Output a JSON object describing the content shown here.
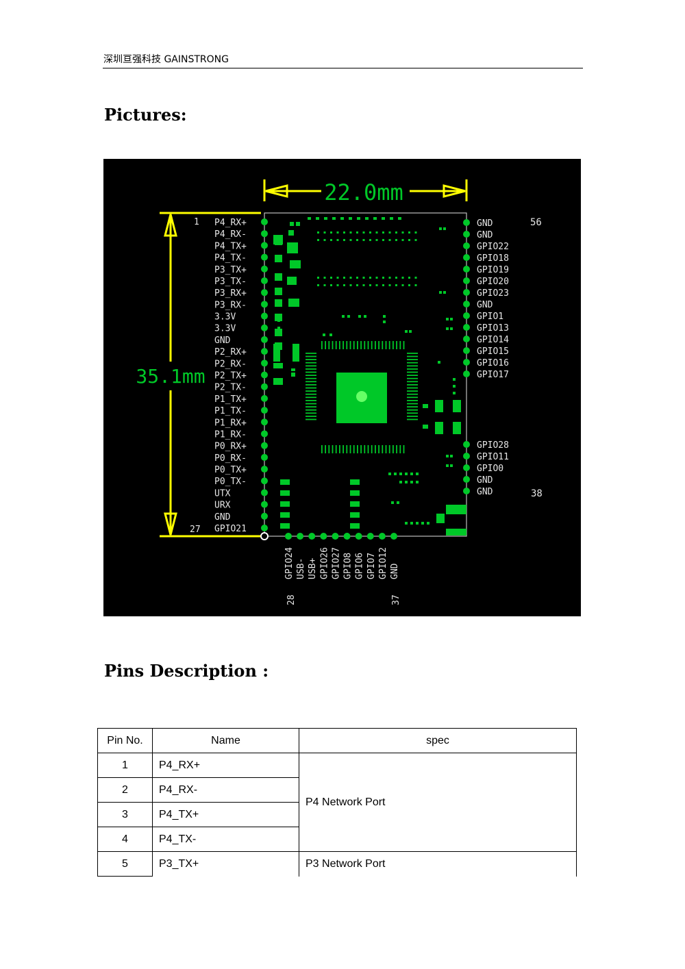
{
  "header": {
    "text": "深圳亘强科技  GAINSTRONG"
  },
  "sections": {
    "pictures_title": "Pictures:",
    "pins_title": "Pins Description :"
  },
  "figure": {
    "width_dim": "22.0mm",
    "height_dim": "35.1mm",
    "left_pins": [
      "P4_RX+",
      "P4_RX-",
      "P4_TX+",
      "P4_TX-",
      "P3_TX+",
      "P3_TX-",
      "P3_RX+",
      "P3_RX-",
      "3.3V",
      "3.3V",
      "GND",
      "P2_RX+",
      "P2_RX-",
      "P2_TX+",
      "P2_TX-",
      "P1_TX+",
      "P1_TX-",
      "P1_RX+",
      "P1_RX-",
      "P0_RX+",
      "P0_RX-",
      "P0_TX+",
      "P0_TX-",
      "UTX",
      "URX",
      "GND",
      "GPIO21"
    ],
    "left_first_num": "1",
    "left_last_num": "27",
    "right_top_pins": [
      "GND",
      "GND",
      "GPIO22",
      "GPIO18",
      "GPIO19",
      "GPIO20",
      "GPIO23",
      "GND",
      "GPIO1",
      "GPIO13",
      "GPIO14",
      "GPIO15",
      "GPIO16",
      "GPIO17"
    ],
    "right_top_num": "56",
    "right_bottom_pins": [
      "GPIO28",
      "GPIO11",
      "GPIO0",
      "GND",
      "GND"
    ],
    "right_bottom_num": "38",
    "bottom_pins": [
      "GPIO24",
      "USB-",
      "USB+",
      "GPIO26",
      "GPIO27",
      "GPIO8",
      "GPIO6",
      "GPIO7",
      "GPIO12",
      "GND"
    ],
    "bottom_first_num": "28",
    "bottom_last_num": "37"
  },
  "table": {
    "headers": {
      "pin_no": "Pin No.",
      "name": "Name",
      "spec": "spec"
    },
    "rows": [
      {
        "num": "1",
        "name": "P4_RX+"
      },
      {
        "num": "2",
        "name": "P4_RX-"
      },
      {
        "num": "3",
        "name": "P4_TX+"
      },
      {
        "num": "4",
        "name": "P4_TX-"
      },
      {
        "num": "5",
        "name": "P3_TX+"
      }
    ],
    "spec_p4": "P4 Network Port",
    "spec_p3": "P3 Network Port"
  },
  "colors": {
    "figure_bg": "#000000",
    "pcb_green": "#00c828",
    "dim_yellow": "#ffff00",
    "label_white": "#e6e6e6"
  }
}
